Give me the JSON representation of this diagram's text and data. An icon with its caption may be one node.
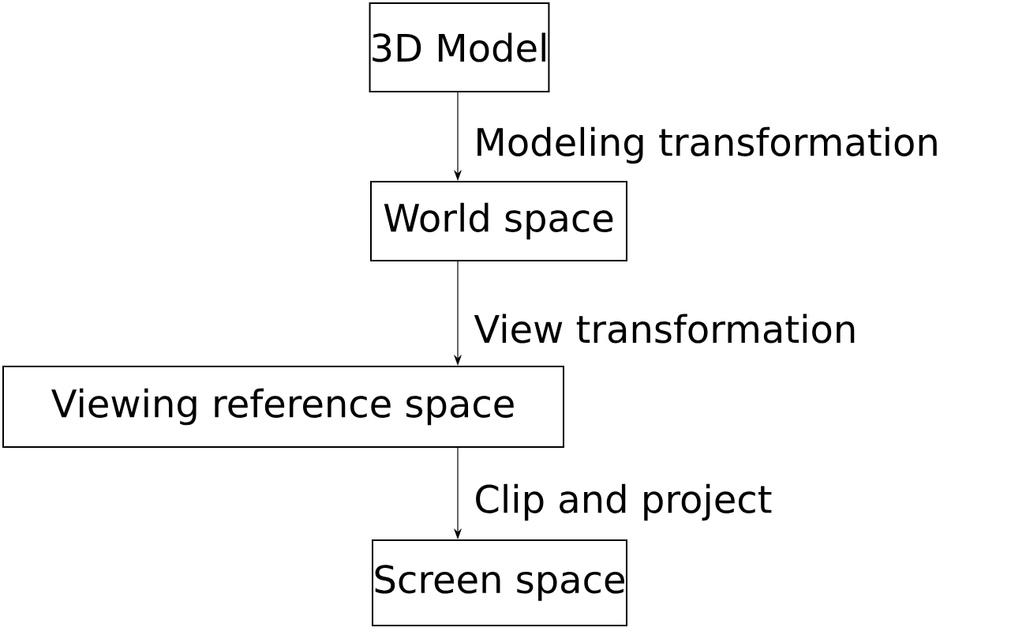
{
  "diagram": {
    "nodes": [
      {
        "text": [
          "3D Model"
        ]
      },
      {
        "text": [
          "World space"
        ]
      },
      {
        "text": [
          "Viewing reference space"
        ]
      },
      {
        "text": [
          "Screen space"
        ]
      }
    ],
    "edges": [
      {
        "from": 0,
        "to": 1,
        "arrow": "to",
        "label": "Modeling transformation"
      },
      {
        "from": 1,
        "to": 2,
        "arrow": "to",
        "label": "View transformation"
      },
      {
        "from": 2,
        "to": 3,
        "arrow": "to",
        "label": "Clip and project"
      }
    ]
  }
}
